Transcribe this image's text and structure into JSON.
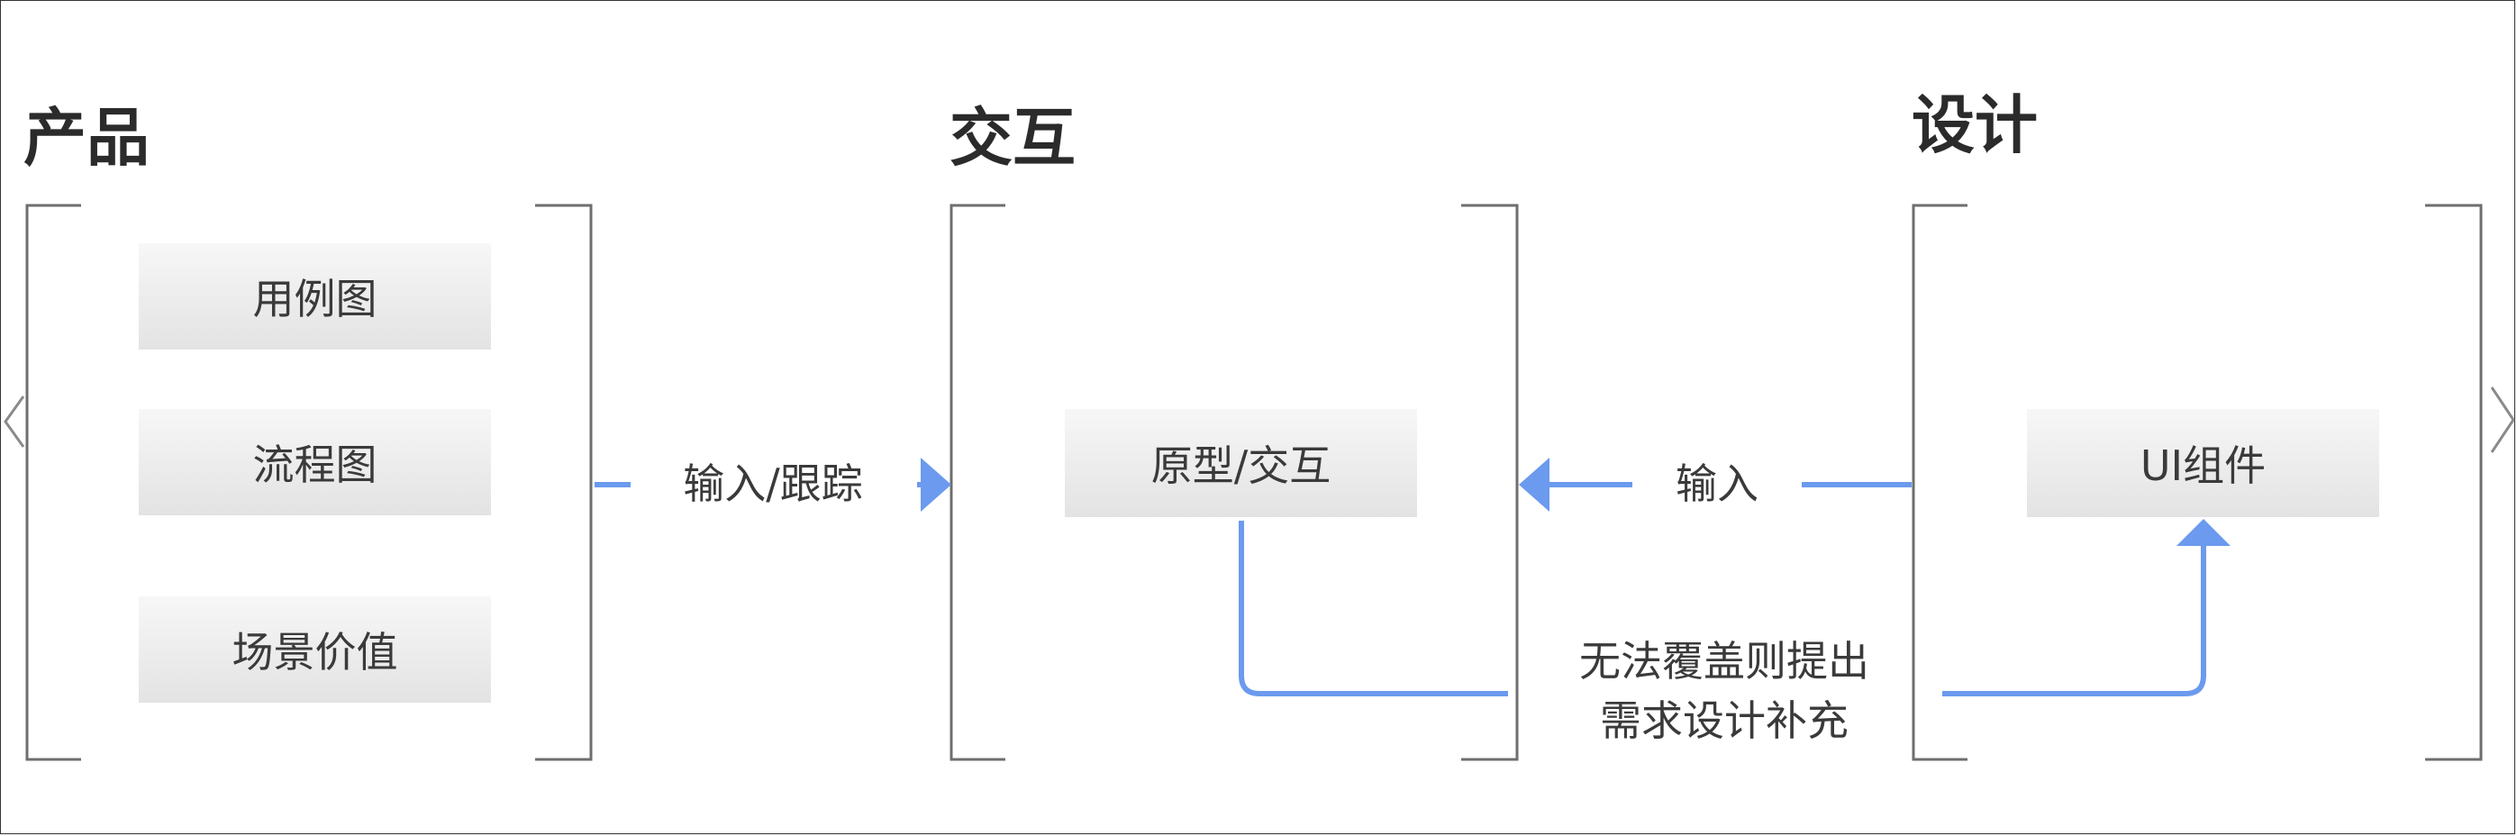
{
  "sections": [
    {
      "title": "产品",
      "items": [
        "用例图",
        "流程图",
        "场景价值"
      ]
    },
    {
      "title": "交互",
      "items": [
        "原型/交互"
      ]
    },
    {
      "title": "设计",
      "items": [
        "UI组件"
      ]
    }
  ],
  "connectors": {
    "product_to_interaction": "输入/跟踪",
    "design_to_interaction": "输入",
    "fallback_line1": "无法覆盖则提出",
    "fallback_line2": "需求设计补充"
  },
  "colors": {
    "accent": "#6b9aee",
    "bracket": "#6e6e6e",
    "text": "#3a3a3a",
    "title": "#2b2b2b"
  },
  "icons": [
    "chevron-left-icon",
    "chevron-right-icon"
  ]
}
